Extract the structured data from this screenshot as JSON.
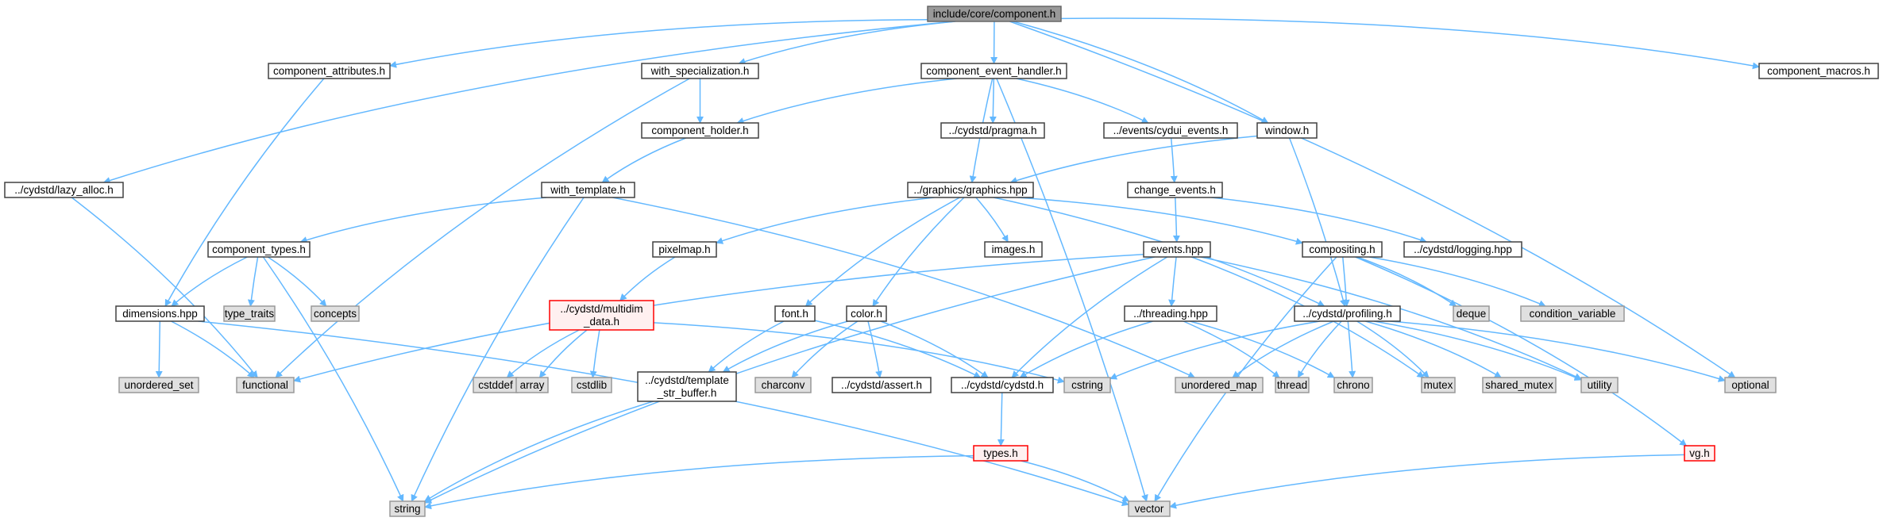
{
  "colors": {
    "edge": "#63b8ff",
    "root_fill": "#999999",
    "root_stroke": "#666666",
    "header_fill": "#ffffff",
    "header_stroke": "#404040",
    "system_fill": "#e0e0e0",
    "system_stroke": "#999999",
    "missing_fill": "#fff0f0",
    "missing_stroke": "#ff0000"
  },
  "nodes": [
    {
      "id": "root",
      "label": "include/core/component.h",
      "kind": "root"
    },
    {
      "id": "comp_attr",
      "label": "component_attributes.h",
      "kind": "header"
    },
    {
      "id": "with_spec",
      "label": "with_specialization.h",
      "kind": "header"
    },
    {
      "id": "comp_evt",
      "label": "component_event_handler.h",
      "kind": "header"
    },
    {
      "id": "comp_macros",
      "label": "component_macros.h",
      "kind": "header"
    },
    {
      "id": "lazy_alloc",
      "label": "../cydstd/lazy_alloc.h",
      "kind": "header"
    },
    {
      "id": "comp_holder",
      "label": "component_holder.h",
      "kind": "header"
    },
    {
      "id": "pragma",
      "label": "../cydstd/pragma.h",
      "kind": "header"
    },
    {
      "id": "cydui_events",
      "label": "../events/cydui_events.h",
      "kind": "header"
    },
    {
      "id": "window",
      "label": "window.h",
      "kind": "header"
    },
    {
      "id": "with_template",
      "label": "with_template.h",
      "kind": "header"
    },
    {
      "id": "graphics",
      "label": "../graphics/graphics.hpp",
      "kind": "header"
    },
    {
      "id": "change_events",
      "label": "change_events.h",
      "kind": "header"
    },
    {
      "id": "comp_types",
      "label": "component_types.h",
      "kind": "header"
    },
    {
      "id": "pixelmap",
      "label": "pixelmap.h",
      "kind": "header"
    },
    {
      "id": "images",
      "label": "images.h",
      "kind": "header"
    },
    {
      "id": "events",
      "label": "events.hpp",
      "kind": "header"
    },
    {
      "id": "compositing",
      "label": "compositing.h",
      "kind": "header"
    },
    {
      "id": "logging",
      "label": "../cydstd/logging.hpp",
      "kind": "header"
    },
    {
      "id": "dimensions",
      "label": "dimensions.hpp",
      "kind": "header"
    },
    {
      "id": "type_traits",
      "label": "type_traits",
      "kind": "system"
    },
    {
      "id": "concepts",
      "label": "concepts",
      "kind": "system"
    },
    {
      "id": "multidim",
      "label": "../cydstd/multidim\n_data.h",
      "kind": "missing"
    },
    {
      "id": "font",
      "label": "font.h",
      "kind": "header"
    },
    {
      "id": "color",
      "label": "color.h",
      "kind": "header"
    },
    {
      "id": "threading",
      "label": "../threading.hpp",
      "kind": "header"
    },
    {
      "id": "profiling",
      "label": "../cydstd/profiling.h",
      "kind": "header"
    },
    {
      "id": "deque",
      "label": "deque",
      "kind": "system"
    },
    {
      "id": "cond_var",
      "label": "condition_variable",
      "kind": "system"
    },
    {
      "id": "unordered_set",
      "label": "unordered_set",
      "kind": "system"
    },
    {
      "id": "functional",
      "label": "functional",
      "kind": "system"
    },
    {
      "id": "cstddef",
      "label": "cstddef",
      "kind": "system"
    },
    {
      "id": "array",
      "label": "array",
      "kind": "system"
    },
    {
      "id": "cstdlib",
      "label": "cstdlib",
      "kind": "system"
    },
    {
      "id": "template_str",
      "label": "../cydstd/template\n_str_buffer.h",
      "kind": "header"
    },
    {
      "id": "charconv",
      "label": "charconv",
      "kind": "system"
    },
    {
      "id": "assert",
      "label": "../cydstd/assert.h",
      "kind": "header"
    },
    {
      "id": "cydstd",
      "label": "../cydstd/cydstd.h",
      "kind": "header"
    },
    {
      "id": "cstring",
      "label": "cstring",
      "kind": "system"
    },
    {
      "id": "unordered_map",
      "label": "unordered_map",
      "kind": "system"
    },
    {
      "id": "thread",
      "label": "thread",
      "kind": "system"
    },
    {
      "id": "chrono",
      "label": "chrono",
      "kind": "system"
    },
    {
      "id": "mutex",
      "label": "mutex",
      "kind": "system"
    },
    {
      "id": "shared_mutex",
      "label": "shared_mutex",
      "kind": "system"
    },
    {
      "id": "utility",
      "label": "utility",
      "kind": "system"
    },
    {
      "id": "optional",
      "label": "optional",
      "kind": "system"
    },
    {
      "id": "types",
      "label": "types.h",
      "kind": "missing"
    },
    {
      "id": "vg",
      "label": "vg.h",
      "kind": "missing"
    },
    {
      "id": "string",
      "label": "string",
      "kind": "system"
    },
    {
      "id": "vector",
      "label": "vector",
      "kind": "system"
    }
  ],
  "edges": [
    [
      "root",
      "comp_attr"
    ],
    [
      "root",
      "with_spec"
    ],
    [
      "root",
      "comp_evt"
    ],
    [
      "root",
      "comp_macros"
    ],
    [
      "root",
      "lazy_alloc"
    ],
    [
      "root",
      "window"
    ],
    [
      "root",
      "optional"
    ],
    [
      "comp_attr",
      "dimensions"
    ],
    [
      "with_spec",
      "comp_holder"
    ],
    [
      "with_spec",
      "functional"
    ],
    [
      "comp_evt",
      "comp_holder"
    ],
    [
      "comp_evt",
      "pragma"
    ],
    [
      "comp_evt",
      "cydui_events"
    ],
    [
      "comp_evt",
      "graphics"
    ],
    [
      "comp_evt",
      "vector"
    ],
    [
      "lazy_alloc",
      "functional"
    ],
    [
      "comp_holder",
      "with_template"
    ],
    [
      "cydui_events",
      "change_events"
    ],
    [
      "window",
      "graphics"
    ],
    [
      "window",
      "profiling"
    ],
    [
      "with_template",
      "comp_types"
    ],
    [
      "with_template",
      "string"
    ],
    [
      "with_template",
      "unordered_map"
    ],
    [
      "graphics",
      "pixelmap"
    ],
    [
      "graphics",
      "images"
    ],
    [
      "graphics",
      "font"
    ],
    [
      "graphics",
      "color"
    ],
    [
      "graphics",
      "compositing"
    ],
    [
      "graphics",
      "profiling"
    ],
    [
      "change_events",
      "events"
    ],
    [
      "change_events",
      "logging"
    ],
    [
      "comp_types",
      "dimensions"
    ],
    [
      "comp_types",
      "type_traits"
    ],
    [
      "comp_types",
      "concepts"
    ],
    [
      "comp_types",
      "string"
    ],
    [
      "pixelmap",
      "multidim"
    ],
    [
      "events",
      "functional"
    ],
    [
      "events",
      "string"
    ],
    [
      "events",
      "threading"
    ],
    [
      "events",
      "cydstd"
    ],
    [
      "events",
      "mutex"
    ],
    [
      "events",
      "utility"
    ],
    [
      "compositing",
      "profiling"
    ],
    [
      "compositing",
      "deque"
    ],
    [
      "compositing",
      "cond_var"
    ],
    [
      "compositing",
      "vector"
    ],
    [
      "compositing",
      "vg"
    ],
    [
      "dimensions",
      "unordered_set"
    ],
    [
      "dimensions",
      "functional"
    ],
    [
      "dimensions",
      "vector"
    ],
    [
      "multidim",
      "cstddef"
    ],
    [
      "multidim",
      "array"
    ],
    [
      "multidim",
      "cstdlib"
    ],
    [
      "multidim",
      "cstring"
    ],
    [
      "font",
      "template_str"
    ],
    [
      "font",
      "cydstd"
    ],
    [
      "color",
      "template_str"
    ],
    [
      "color",
      "charconv"
    ],
    [
      "color",
      "assert"
    ],
    [
      "color",
      "cydstd"
    ],
    [
      "threading",
      "cydstd"
    ],
    [
      "threading",
      "thread"
    ],
    [
      "threading",
      "chrono"
    ],
    [
      "profiling",
      "cstring"
    ],
    [
      "profiling",
      "unordered_map"
    ],
    [
      "profiling",
      "thread"
    ],
    [
      "profiling",
      "chrono"
    ],
    [
      "profiling",
      "mutex"
    ],
    [
      "profiling",
      "shared_mutex"
    ],
    [
      "profiling",
      "utility"
    ],
    [
      "profiling",
      "optional"
    ],
    [
      "template_str",
      "string"
    ],
    [
      "cydstd",
      "types"
    ],
    [
      "types",
      "string"
    ],
    [
      "types",
      "vector"
    ],
    [
      "vg",
      "vector"
    ]
  ]
}
